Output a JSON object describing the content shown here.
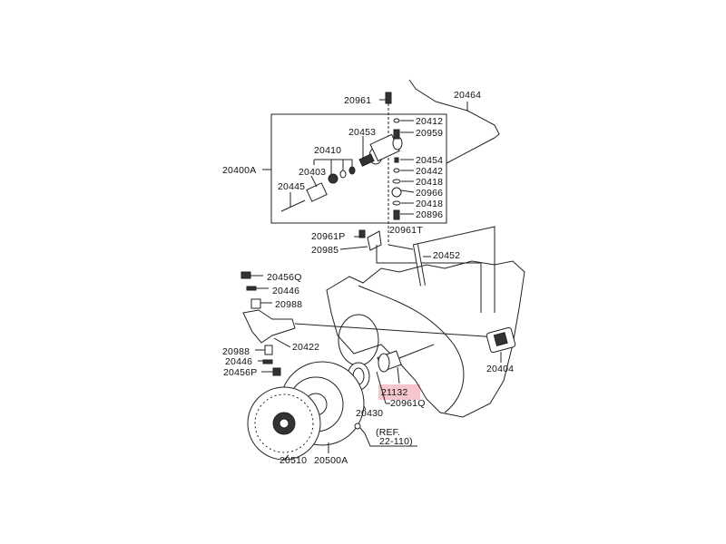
{
  "diagram": {
    "type": "exploded parts diagram - clutch assembly",
    "highlight_color": "#f6c6cc",
    "part_labels": [
      "20961",
      "20464",
      "20412",
      "20959",
      "20453",
      "20410",
      "20400A",
      "20403",
      "20454",
      "20442",
      "20418",
      "20966",
      "20418",
      "20896",
      "20445",
      "20961P",
      "20961T",
      "20985",
      "20452",
      "20456Q",
      "20446",
      "20988",
      "20422",
      "20988",
      "20446",
      "20456P",
      "20404",
      "21132",
      "20961Q",
      "20430",
      "20510",
      "20500A"
    ],
    "reference": {
      "line1": "(REF.",
      "line2": "22-110)"
    },
    "highlighted_part": "21132"
  }
}
